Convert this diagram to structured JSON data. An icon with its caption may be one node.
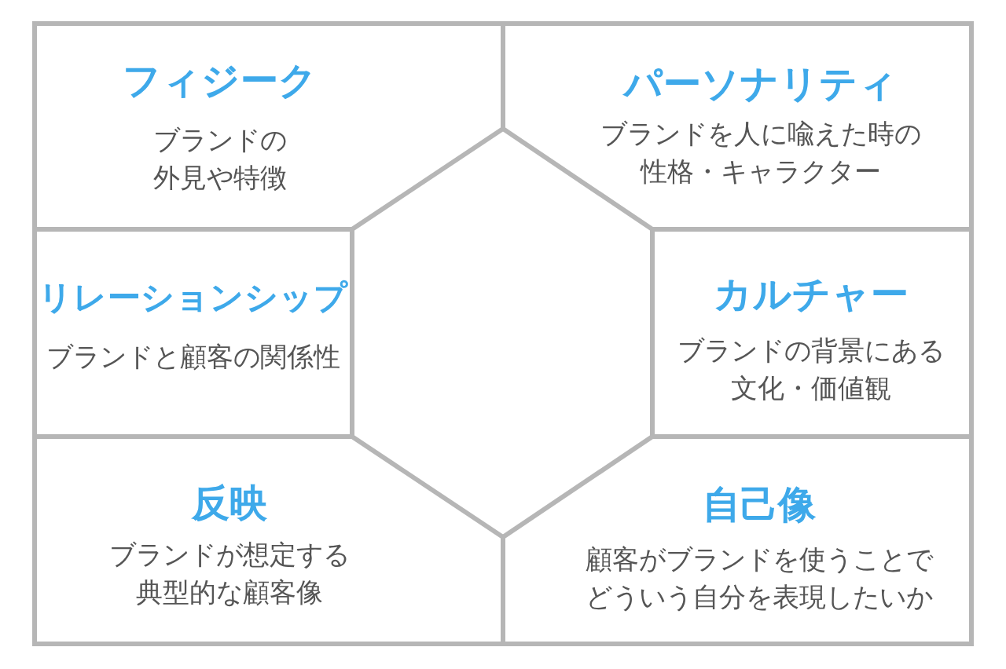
{
  "diagram": {
    "nodes": [
      {
        "text": [
          "フィジーク",
          "ブランドの外見や特徴"
        ]
      },
      {
        "text": [
          "パーソナリティ",
          "ブランドを人に喩えた時の性格・キャラクター"
        ]
      },
      {
        "text": [
          "リレーションシップ",
          "ブランドと顧客の関係性"
        ]
      },
      {
        "text": [
          "カルチャー",
          "ブランドの背景にある文化・価値観"
        ]
      },
      {
        "text": [
          "反映",
          "ブランドが想定する典型的な顧客像"
        ]
      },
      {
        "text": [
          "自己像",
          "顧客がブランドを使うことでどういう自分を表現したいか"
        ]
      }
    ]
  }
}
